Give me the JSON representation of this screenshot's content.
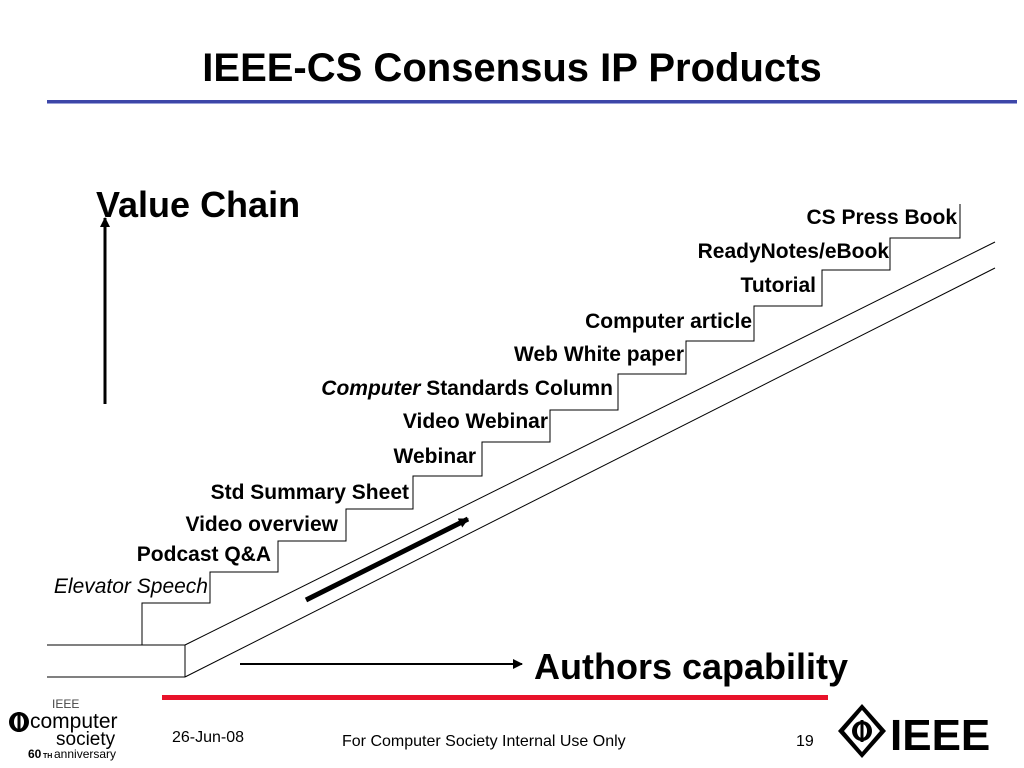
{
  "slide": {
    "title": "IEEE-CS Consensus IP Products",
    "value_chain_label": "Value Chain",
    "authors_label": "Authors capability"
  },
  "steps": [
    {
      "text": "Elevator Speech"
    },
    {
      "text": "Podcast Q&A"
    },
    {
      "text": "Video overview"
    },
    {
      "text": "Std Summary Sheet"
    },
    {
      "text": "Webinar"
    },
    {
      "text": "Video Webinar"
    },
    {
      "text_em": "Computer",
      "text_rest": " Standards Column"
    },
    {
      "text": "Web White paper"
    },
    {
      "text": "Computer article"
    },
    {
      "text": "Tutorial"
    },
    {
      "text": "ReadyNotes/eBook"
    },
    {
      "text": "CS Press Book"
    }
  ],
  "footer": {
    "date": "26-Jun-08",
    "notice": "For Computer Society Internal Use Only",
    "page_number": "19"
  },
  "logos": {
    "cs_small": "IEEE",
    "cs_line1": "computer",
    "cs_line2": "society",
    "cs_anniv_num": "60",
    "cs_anniv_sup": "TH",
    "cs_anniv_word": "anniversary",
    "ieee_wordmark": "IEEE"
  },
  "colors": {
    "title_rule": "#3d46a8",
    "footer_rule": "#e8122a",
    "ink": "#000000"
  }
}
